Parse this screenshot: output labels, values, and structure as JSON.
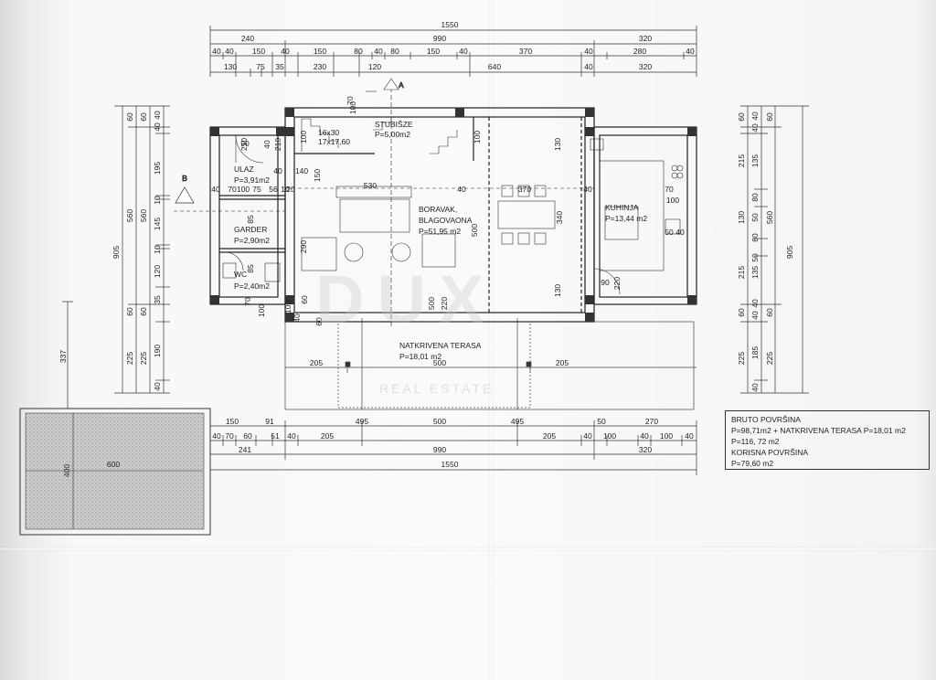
{
  "dimensions": {
    "top_total": "1550",
    "top_row1": [
      "240",
      "990",
      "320"
    ],
    "top_row2": [
      "40",
      "40",
      "150",
      "40",
      "150",
      "80",
      "40",
      "80",
      "150",
      "40",
      "370",
      "40",
      "280",
      "40"
    ],
    "top_row3": [
      "130",
      "75",
      "35",
      "230",
      "120",
      "640",
      "40",
      "320"
    ],
    "bottom_row1": [
      "150",
      "91",
      "495",
      "500",
      "495",
      "50",
      "270"
    ],
    "bottom_row2": [
      "40",
      "70",
      "60",
      "51",
      "40",
      "205",
      "205",
      "40",
      "100",
      "40",
      "100",
      "40"
    ],
    "bottom_row3": [
      "241",
      "990",
      "320"
    ],
    "bottom_total": "1550",
    "left_outer": "905",
    "left_col2": "560",
    "left_col3": "560",
    "left_small": [
      "60",
      "60",
      "40",
      "40",
      "195",
      "10",
      "145",
      "10",
      "120",
      "60",
      "60",
      "35",
      "225",
      "225",
      "190",
      "40"
    ],
    "right_outer": "905",
    "right_col": "560",
    "right_small": [
      "60",
      "60",
      "40",
      "40",
      "215",
      "135",
      "80",
      "50",
      "130",
      "80",
      "50",
      "215",
      "135",
      "60",
      "60",
      "40",
      "40",
      "225",
      "185",
      "225",
      "40"
    ],
    "garage_width": "600",
    "garage_height": "400",
    "garage_offset": "337",
    "interior": [
      "70",
      "100",
      "100",
      "130",
      "130",
      "100",
      "210",
      "90",
      "210",
      "70",
      "40",
      "100",
      "150",
      "140",
      "40",
      "20",
      "290",
      "500",
      "220",
      "500",
      "60",
      "60",
      "40",
      "100",
      "40",
      "40",
      "370",
      "340",
      "90",
      "220",
      "70",
      "100",
      "50",
      "40",
      "40",
      "85",
      "85",
      "70",
      "100",
      "75",
      "56",
      "10"
    ],
    "stair_marks": [
      "16x30",
      "17x17,60"
    ],
    "section_markers": [
      "A",
      "B"
    ]
  },
  "rooms": {
    "ulaz": {
      "name": "ULAZ",
      "area": "P=3,91m2"
    },
    "stubisze": {
      "name": "STUBIŠZE",
      "area": "P=5,00m2"
    },
    "boravak": {
      "name": "BORAVAK,",
      "name2": "BLAGOVAONA",
      "area": "P=51,95 m2"
    },
    "kuhinja": {
      "name": "KUHINJA",
      "area": "P=13,44 m2"
    },
    "garder": {
      "name": "GARDER",
      "area": "P=2,90m2"
    },
    "wc": {
      "name": "WC",
      "area": "P=2,40m2"
    },
    "terasa": {
      "name": "NATKRIVENA TERASA",
      "area": "P=18,01 m2"
    }
  },
  "summary": {
    "line1": "BRUTO POVRŠINA",
    "line2": "P=98,71m2 + NATKRIVENA TERASA P=18,01 m2",
    "line3": "P=116, 72 m2",
    "line4": "KORISNA POVRŠINA",
    "line5": "P=79,60 m2"
  },
  "watermark": {
    "logo": "DUX",
    "sub": "REAL ESTATE"
  }
}
